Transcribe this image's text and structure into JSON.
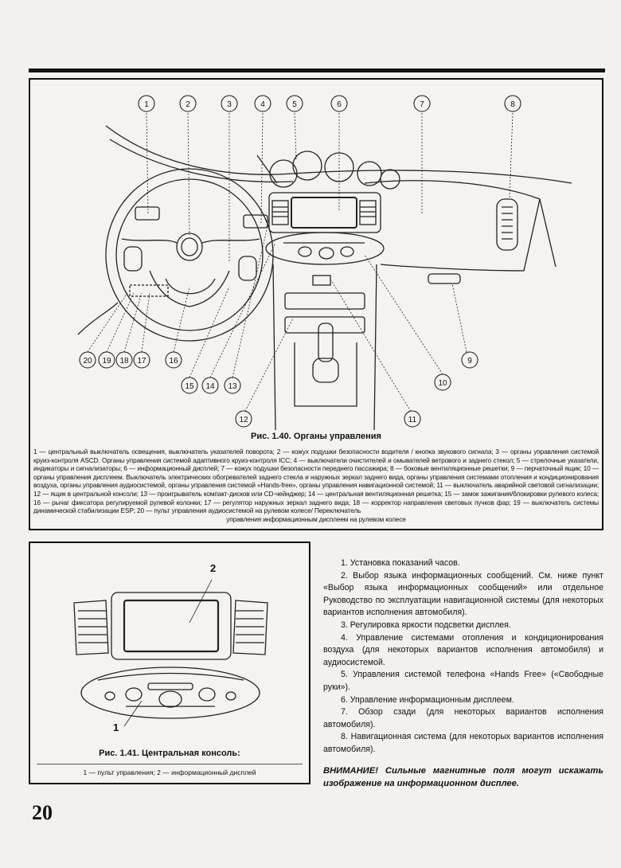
{
  "figure1": {
    "caption": "Рис. 1.40. Органы управления",
    "callouts": [
      "1",
      "2",
      "3",
      "4",
      "5",
      "6",
      "7",
      "8",
      "9",
      "10",
      "11",
      "12",
      "13",
      "14",
      "15",
      "16",
      "17",
      "18",
      "19",
      "20"
    ],
    "legend": "1 — центральный выключатель освещения, выключатель указателей поворота; 2 — кожух подушки безопасности водителя / кнопка звукового сигнала; 3 — органы управления системой круиз-контроля ASCD. Органы управления системой адаптивного круиз-контроля ICC; 4 — выключатели очистителей и омывателей ветрового и заднего стекол; 5 — стрелочные указатели, индикаторы и сигнализаторы; 6 — информационный дисплей; 7 — кожух подушки безопасности переднего пассажира; 8 — боковые вентиляционные решетки; 9 — перчаточный ящик; 10 — органы управления дисплеем. Выключатель электрических обогревателей заднего стекла и наружных зеркал заднего вида, органы управления системами отопления и кондиционирования воздуха, органы управления аудиосистемой, органы управления системой «Hands-free», органы управления навигационной системой; 11 — выключатель аварийной световой сигнализации; 12 — ящик в центральной консоли; 13 — проигрыватель компакт-дисков или CD-чейнджер; 14 — центральная вентиляционная решетка; 15 — замок зажигания/блокировки рулевого колеса; 16 — рычаг фиксатора регулируемой рулевой колонки; 17 — регулятор наружных зеркал заднего вида; 18 — корректор направления световых пучков фар; 19 — выключатель системы динамической стабилизации ESP; 20 — пульт управления аудиосистемой на рулевом колесе/ Переключатель",
    "legend_last": "управления информационным дисплеем на рулевом колесе"
  },
  "figure2": {
    "caption": "Рис. 1.41. Центральная консоль:",
    "subcaption": "1 — пульт управления; 2 — информационный дисплей",
    "label1": "1",
    "label2": "2"
  },
  "items": [
    "1. Установка показаний часов.",
    "2. Выбор языка информационных сообщений. См. ниже пункт «Выбор языка информационных сообщений» или отдельное Руководство по эксплуатации навигационной системы (для некоторых вариантов исполнения автомобиля).",
    "3. Регулировка яркости подсветки дисплея.",
    "4. Управление системами отопления и кондиционирования воздуха (для некоторых вариантов исполнения автомобиля) и аудиосистемой.",
    "5. Управления системой телефона «Hands Free» («Свободные руки»).",
    "6. Управление информационным дисплеем.",
    "7. Обзор сзади (для некоторых вариантов исполнения автомобиля).",
    "8. Навигационная система (для некоторых вариантов исполнения автомобиля)."
  ],
  "warning": "ВНИМАНИЕ! Сильные магнитные поля могут искажать изображение на информационном дисплее.",
  "page_number": "20"
}
